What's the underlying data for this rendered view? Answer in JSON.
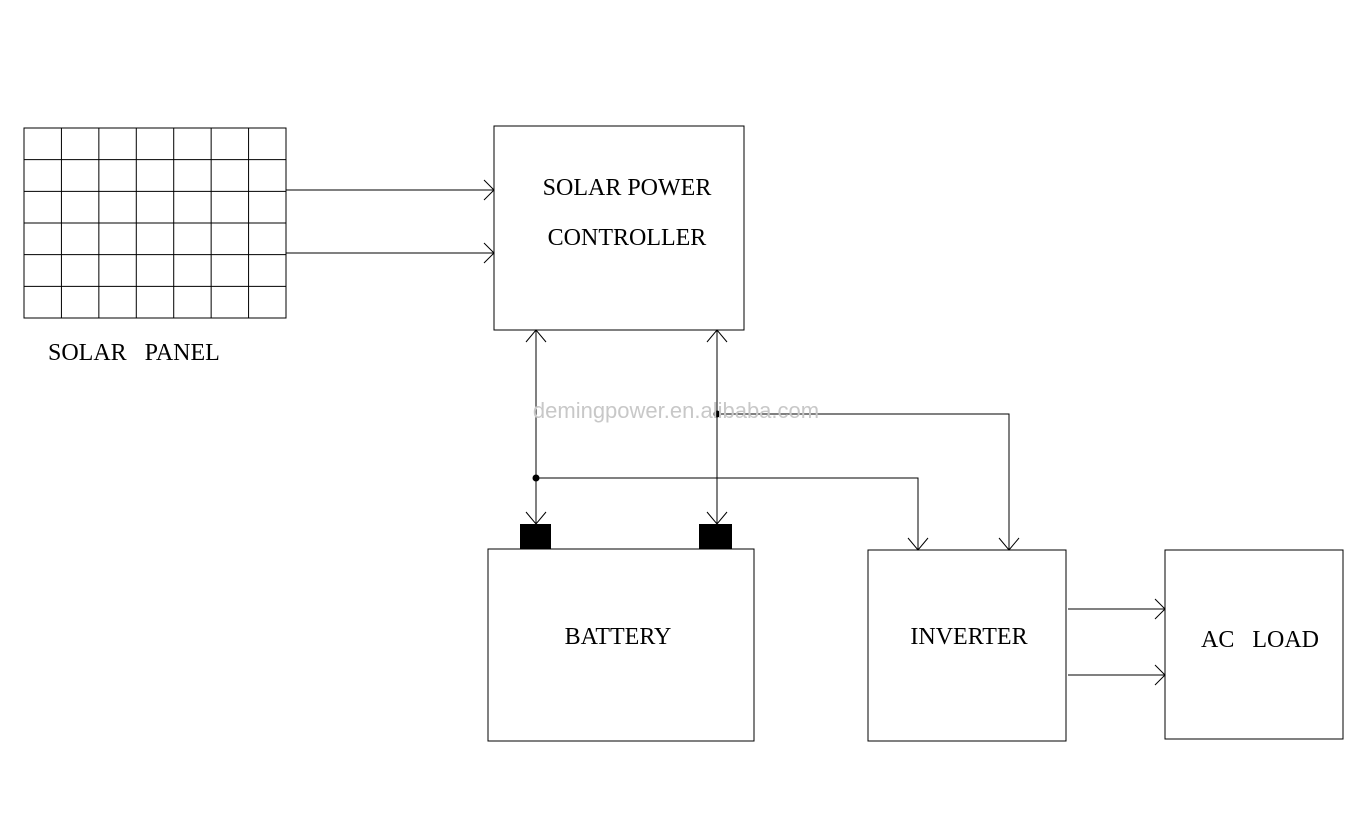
{
  "diagram": {
    "solar_panel_label": "SOLAR   PANEL",
    "controller_label_line1": "SOLAR POWER",
    "controller_label_line2": "CONTROLLER",
    "battery_label": "BATTERY",
    "inverter_label": "INVERTER",
    "ac_load_label": "AC   LOAD",
    "watermark": "demingpower.en.alibaba.com"
  },
  "colors": {
    "line": "#000000",
    "watermark": "#c8c8c8",
    "background": "#ffffff"
  }
}
